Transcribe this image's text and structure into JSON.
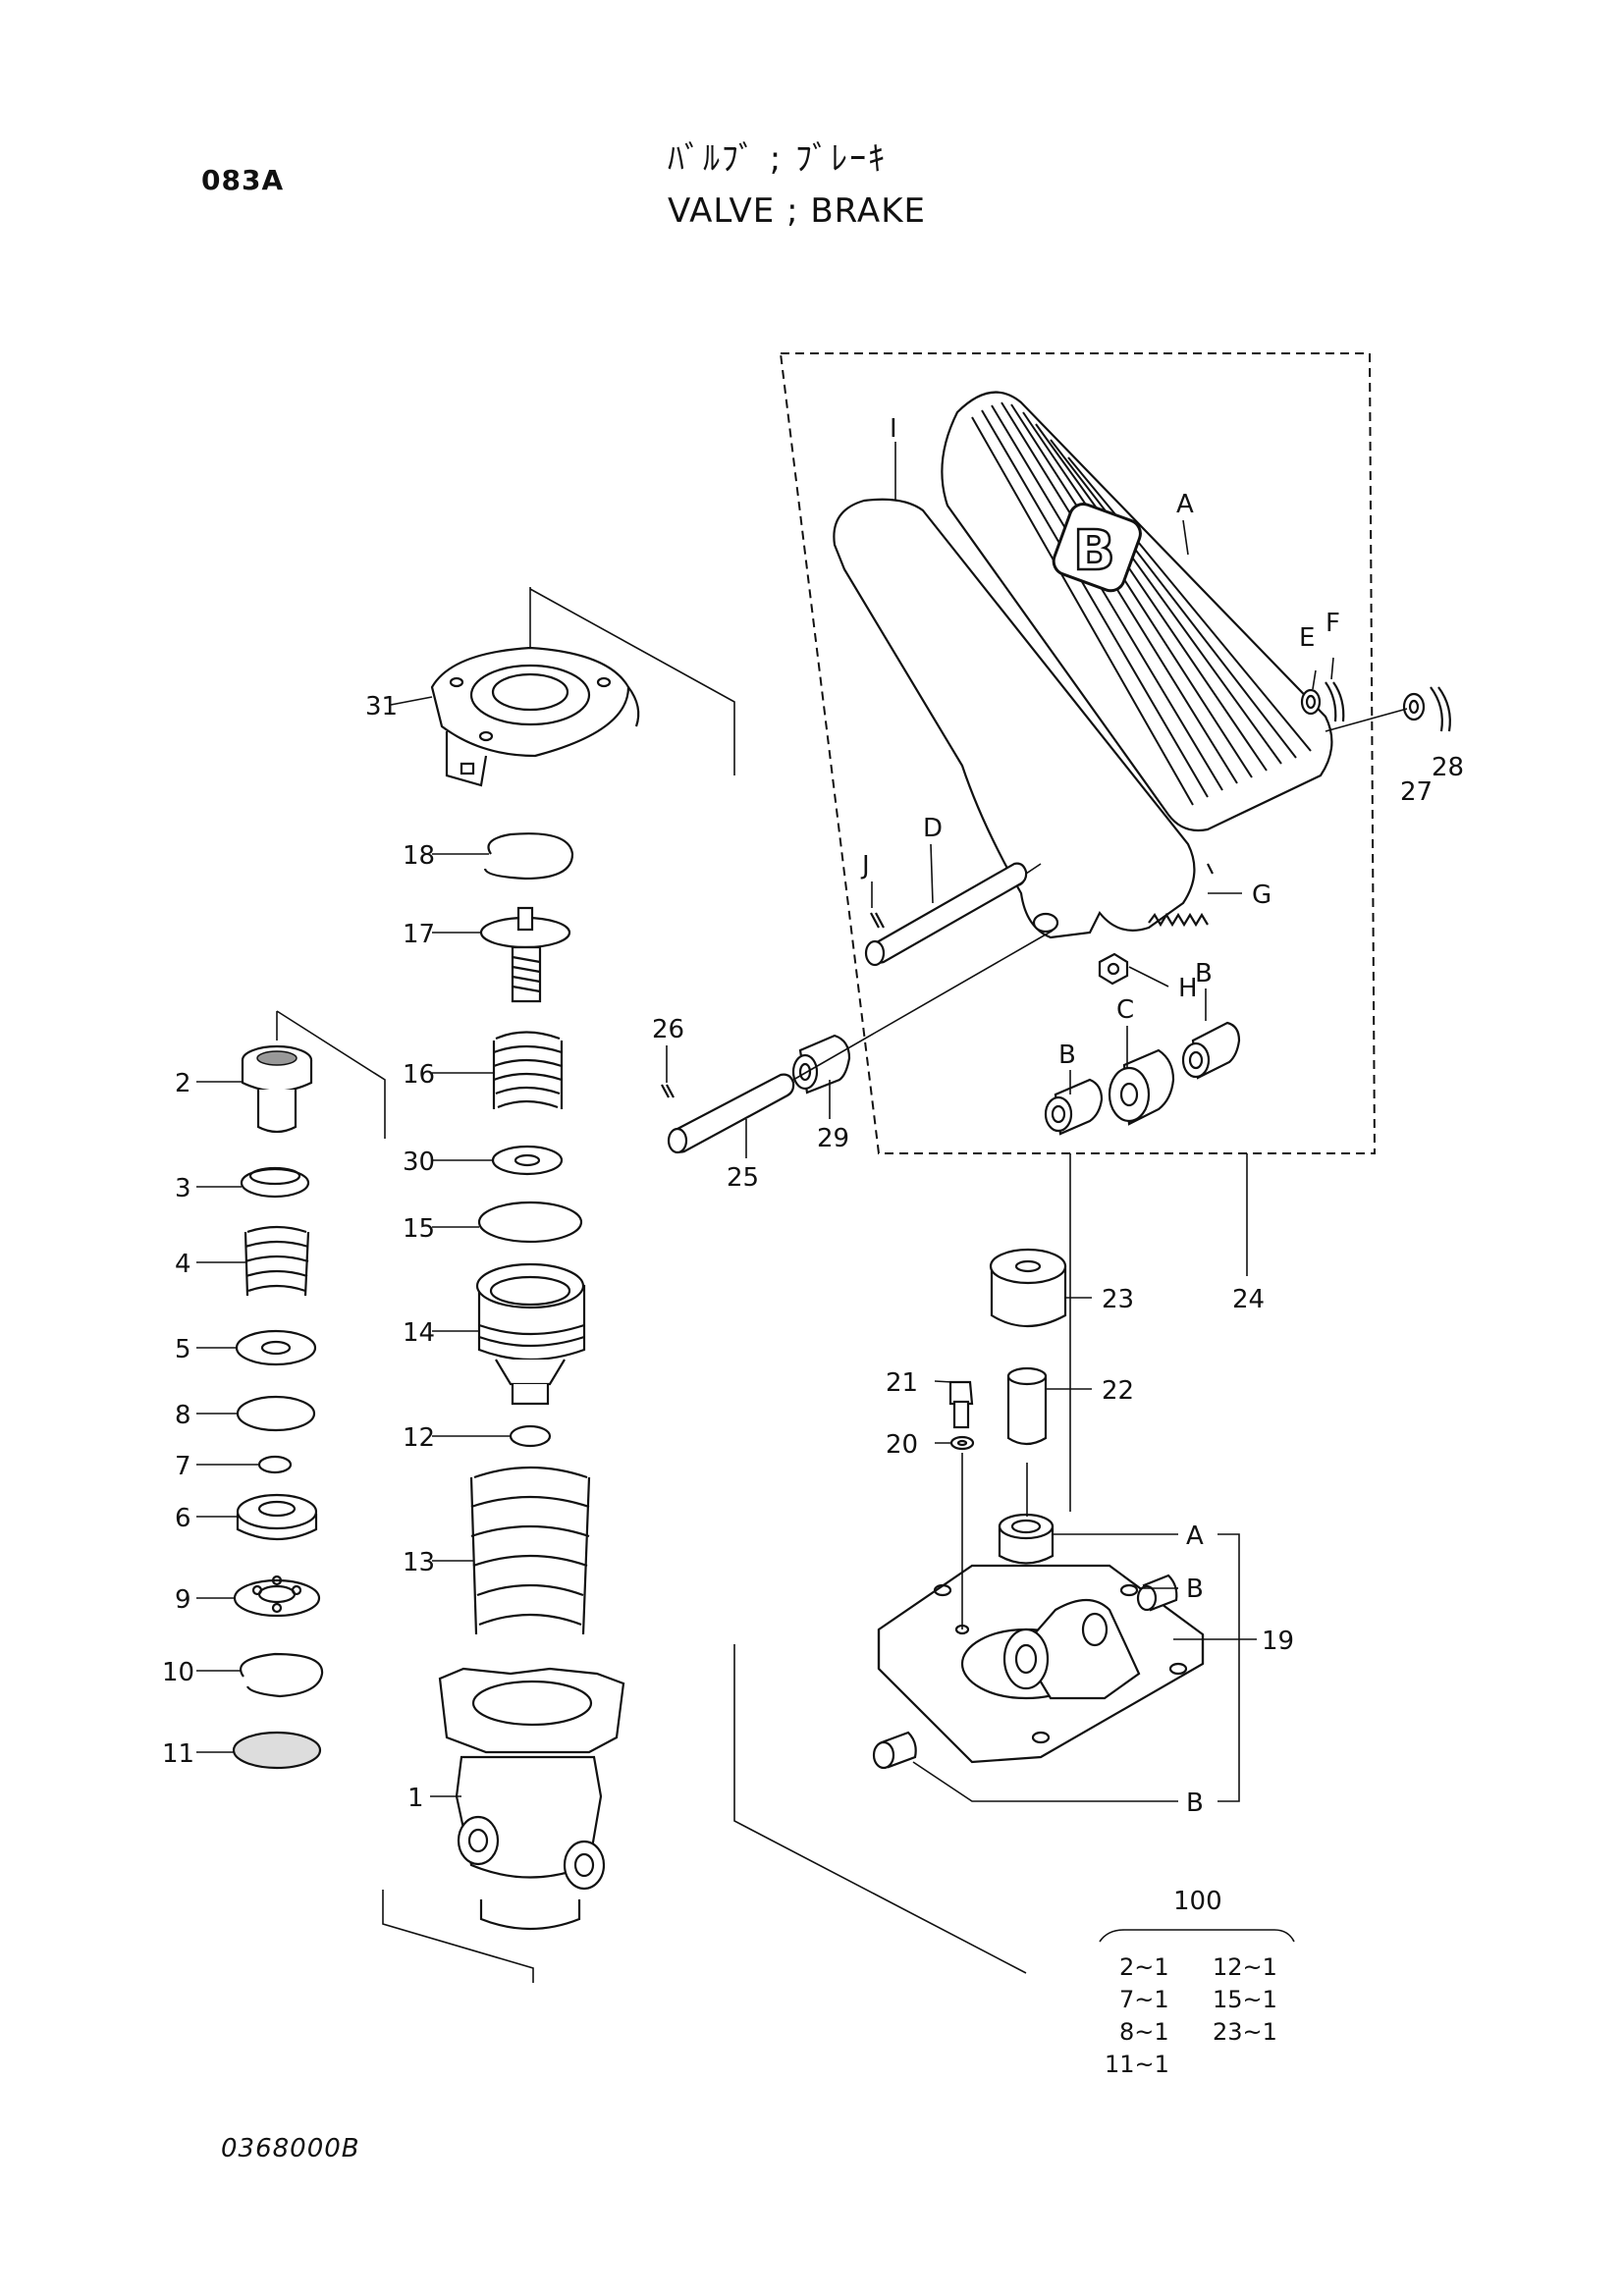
{
  "header": {
    "code": "083A",
    "title_jp": "ﾊﾞﾙﾌﾞ ; ﾌﾞﾚｰｷ",
    "title_en": "VALVE ; BRAKE"
  },
  "footer": {
    "doc_number": "0368000B"
  },
  "callouts": {
    "p1": "1",
    "p2": "2",
    "p3": "3",
    "p4": "4",
    "p5": "5",
    "p6": "6",
    "p7": "7",
    "p8": "8",
    "p9": "9",
    "p10": "10",
    "p11": "11",
    "p12": "12",
    "p13": "13",
    "p14": "14",
    "p15": "15",
    "p16": "16",
    "p17": "17",
    "p18": "18",
    "p19": "19",
    "p20": "20",
    "p21": "21",
    "p22": "22",
    "p23": "23",
    "p24": "24",
    "p25": "25",
    "p26": "26",
    "p27": "27",
    "p28": "28",
    "p29": "29",
    "p30": "30",
    "p31": "31",
    "A": "A",
    "B": "B",
    "C": "C",
    "D": "D",
    "E": "E",
    "F": "F",
    "G": "G",
    "H": "H",
    "I": "I",
    "J": "J",
    "pedal_letter": "B"
  },
  "repair_kit": {
    "number": "100",
    "items": [
      "2~1",
      "12~1",
      "7~1",
      "15~1",
      "8~1",
      "23~1",
      "11~1"
    ]
  }
}
